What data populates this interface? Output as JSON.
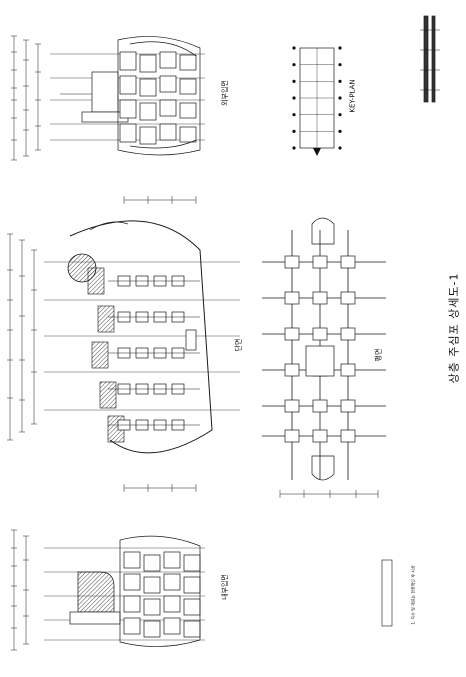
{
  "sheet": {
    "title": "상층 주심포 상세도-1",
    "views": {
      "exterior_elevation": "외부입면",
      "interior_elevation": "내부입면",
      "section": "단면",
      "plan": "평면"
    },
    "key_plan_label": "KEY-PLAN",
    "note": "1. 치수 및 재료는 현장확인 후 시공"
  }
}
